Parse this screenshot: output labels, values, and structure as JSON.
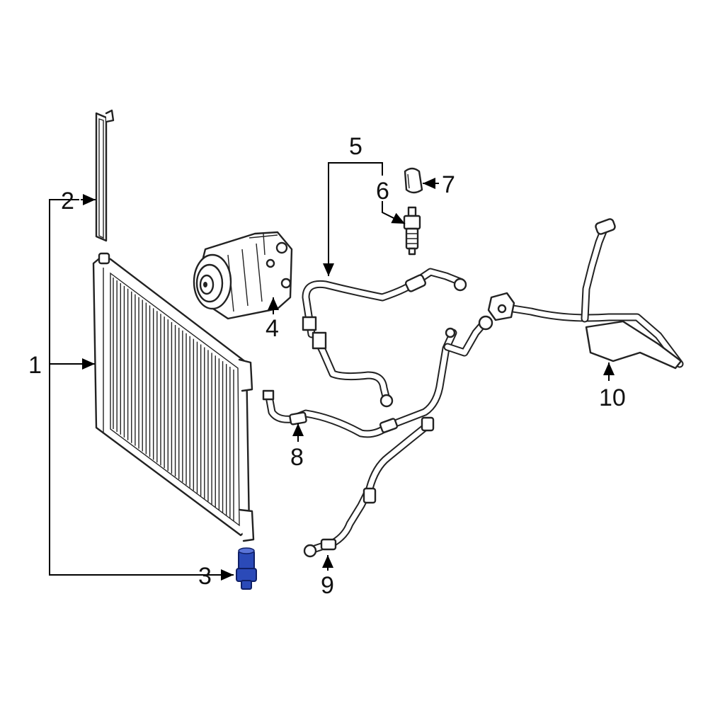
{
  "diagram": {
    "callouts": [
      {
        "id": "1",
        "label": "1"
      },
      {
        "id": "2",
        "label": "2"
      },
      {
        "id": "3",
        "label": "3"
      },
      {
        "id": "4",
        "label": "4"
      },
      {
        "id": "5",
        "label": "5"
      },
      {
        "id": "6",
        "label": "6"
      },
      {
        "id": "7",
        "label": "7"
      },
      {
        "id": "8",
        "label": "8"
      },
      {
        "id": "9",
        "label": "9"
      },
      {
        "id": "10",
        "label": "10"
      }
    ],
    "highlight_color": "#2b4ab8",
    "line_color": "#000000"
  }
}
